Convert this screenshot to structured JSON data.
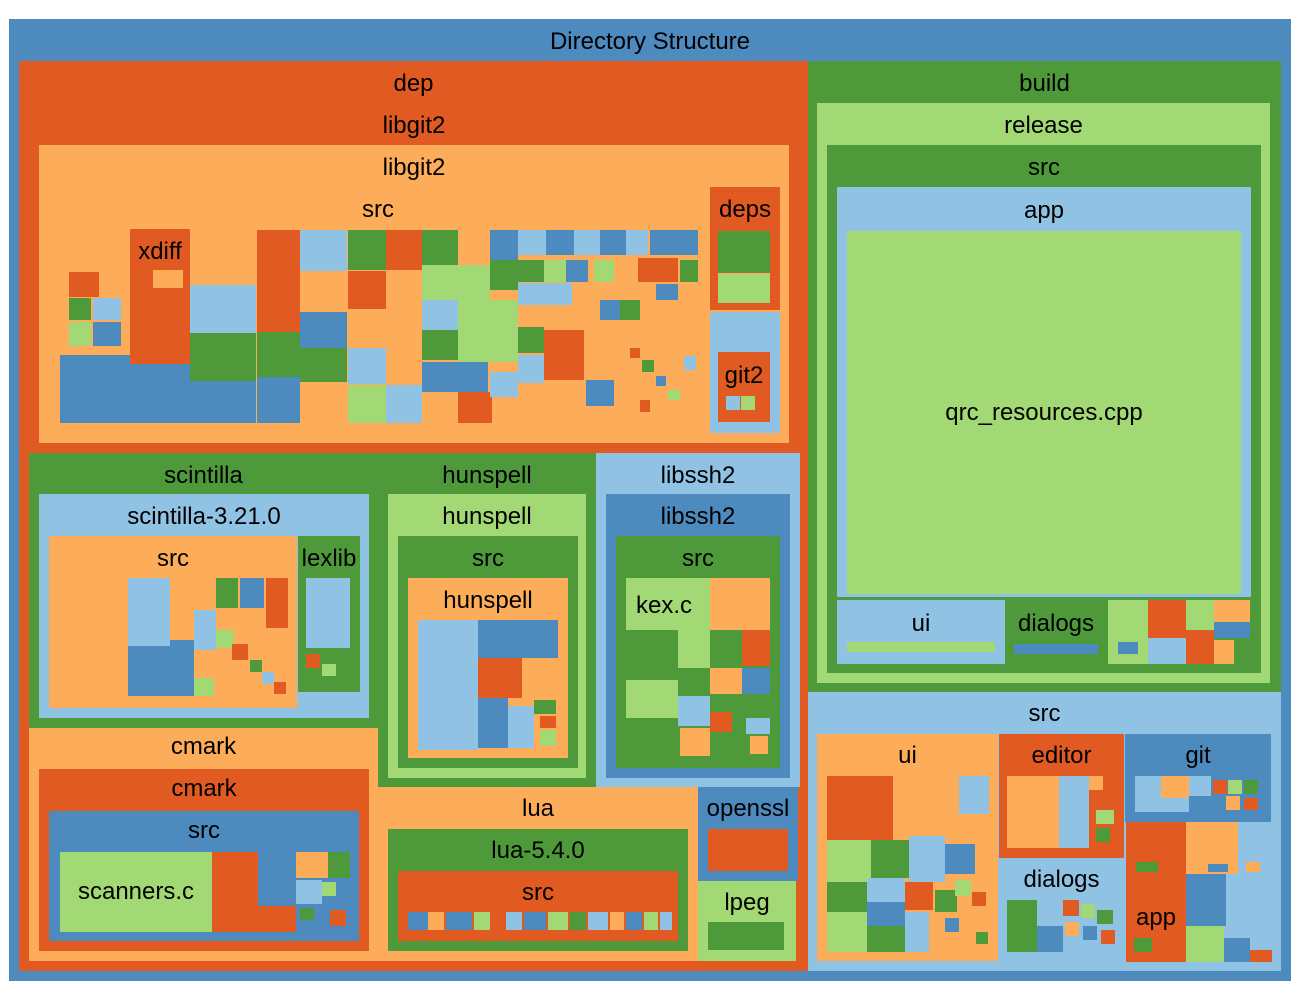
{
  "colors": {
    "orange_dark": "#e15a21",
    "orange_light": "#fdac59",
    "green_dark": "#4e9a3a",
    "green_light": "#a2d975",
    "blue_dark": "#4d8abd",
    "blue_light": "#90c3e3"
  },
  "tree": {
    "name": "Directory Structure",
    "children": [
      {
        "name": "dep",
        "children": [
          {
            "name": "libgit2",
            "children": [
              {
                "name": "libgit2",
                "children": [
                  {
                    "name": "src",
                    "children": [
                      {
                        "name": "xdiff"
                      }
                    ]
                  },
                  {
                    "name": "deps",
                    "children": [
                      {
                        "name": "git2"
                      }
                    ]
                  }
                ]
              }
            ]
          },
          {
            "name": "scintilla",
            "children": [
              {
                "name": "scintilla-3.21.0",
                "children": [
                  {
                    "name": "src"
                  },
                  {
                    "name": "lexlib"
                  }
                ]
              }
            ]
          },
          {
            "name": "hunspell",
            "children": [
              {
                "name": "hunspell",
                "children": [
                  {
                    "name": "src",
                    "children": [
                      {
                        "name": "hunspell"
                      }
                    ]
                  }
                ]
              }
            ]
          },
          {
            "name": "libssh2",
            "children": [
              {
                "name": "libssh2",
                "children": [
                  {
                    "name": "src",
                    "children": [
                      {
                        "name": "kex.c"
                      }
                    ]
                  }
                ]
              }
            ]
          },
          {
            "name": "cmark",
            "children": [
              {
                "name": "cmark",
                "children": [
                  {
                    "name": "src",
                    "children": [
                      {
                        "name": "scanners.c"
                      }
                    ]
                  }
                ]
              }
            ]
          },
          {
            "name": "lua",
            "children": [
              {
                "name": "lua-5.4.0",
                "children": [
                  {
                    "name": "src"
                  }
                ]
              }
            ]
          },
          {
            "name": "openssl"
          },
          {
            "name": "lpeg"
          }
        ]
      },
      {
        "name": "build",
        "children": [
          {
            "name": "release",
            "children": [
              {
                "name": "src",
                "children": [
                  {
                    "name": "app",
                    "children": [
                      {
                        "name": "qrc_resources.cpp"
                      }
                    ]
                  },
                  {
                    "name": "ui"
                  },
                  {
                    "name": "dialogs"
                  }
                ]
              }
            ]
          }
        ]
      },
      {
        "name": "src",
        "children": [
          {
            "name": "ui"
          },
          {
            "name": "editor"
          },
          {
            "name": "git"
          },
          {
            "name": "dialogs"
          },
          {
            "name": "app"
          }
        ]
      }
    ]
  }
}
